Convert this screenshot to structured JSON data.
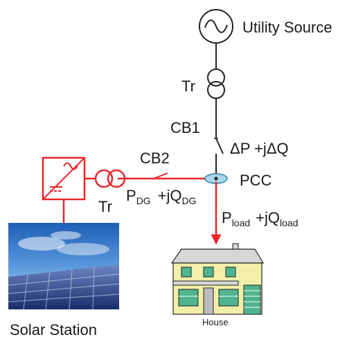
{
  "diagram": {
    "utility_label": "Utility Source",
    "tr_top_label": "Tr",
    "cb1_label": "CB1",
    "delta_label": "ΔP +jΔQ",
    "cb2_label": "CB2",
    "pcc_label": "PCC",
    "pdg_main": "P",
    "pdg_sub": "DG",
    "qdg_main": "+jQ",
    "qdg_sub": "DG",
    "pload_main": "P",
    "pload_sub": "load",
    "qload_main": "+jQ",
    "qload_sub": "load",
    "tr_left_label": "Tr",
    "solar_label": "Solar Station",
    "house_label": "House"
  },
  "colors": {
    "dg_line": "#e8262b",
    "grid_line": "#222222",
    "pcc_fill": "#a8d8ea",
    "house_wall": "#f2f0a8",
    "house_roof": "#d7d7d7",
    "window_green": "#4fb48f",
    "sky": "#3a78c8"
  }
}
